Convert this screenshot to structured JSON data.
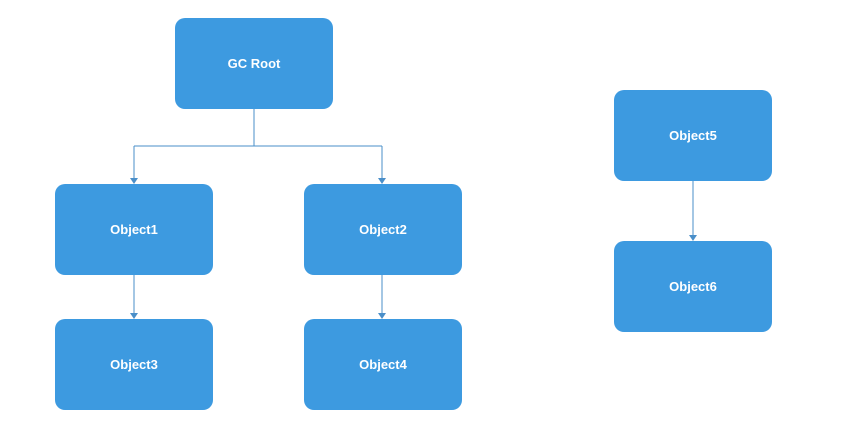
{
  "diagram": {
    "nodes": {
      "gc_root": "GC Root",
      "object1": "Object1",
      "object2": "Object2",
      "object3": "Object3",
      "object4": "Object4",
      "object5": "Object5",
      "object6": "Object6"
    },
    "edges": [
      {
        "from": "GC Root",
        "to": "Object1"
      },
      {
        "from": "GC Root",
        "to": "Object2"
      },
      {
        "from": "Object1",
        "to": "Object3"
      },
      {
        "from": "Object2",
        "to": "Object4"
      },
      {
        "from": "Object5",
        "to": "Object6"
      }
    ],
    "colors": {
      "node_fill": "#3d9ae0",
      "node_text": "#ffffff",
      "edge": "#4a8fc9"
    }
  }
}
